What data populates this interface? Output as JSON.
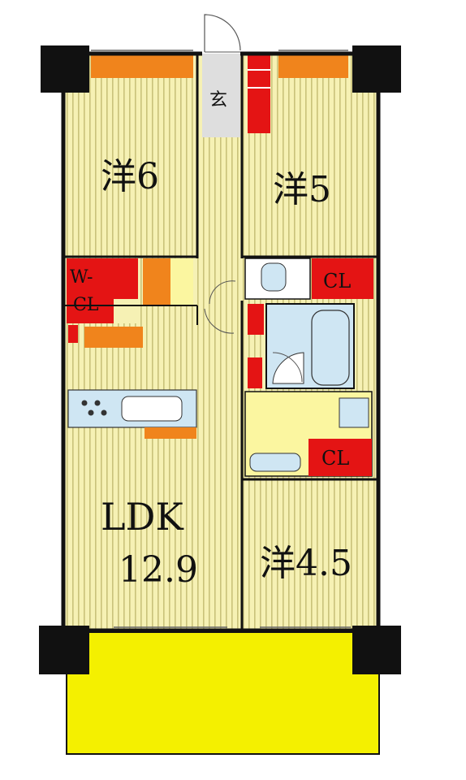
{
  "rooms": {
    "western_6": "洋6",
    "western_5": "洋5",
    "western_4_5": "洋4.5",
    "ldk": "LDK",
    "ldk_size": "12.9",
    "entrance": "玄",
    "walk_in_closet_line1": "W-",
    "walk_in_closet_line2": "CL",
    "closet_upper_right": "CL",
    "closet_lower_right": "CL"
  },
  "colors": {
    "floor_stripe_light": "#f6f1b4",
    "floor_stripe_dark": "#c9c27a",
    "storage_red": "#e41414",
    "storage_orange": "#f0841c",
    "balcony_yellow": "#f4f000",
    "wall_black": "#111111",
    "bath_blue": "#cfe6f3",
    "utility_yellow": "#fbf6a0",
    "entrance_gray": "#dedede"
  }
}
